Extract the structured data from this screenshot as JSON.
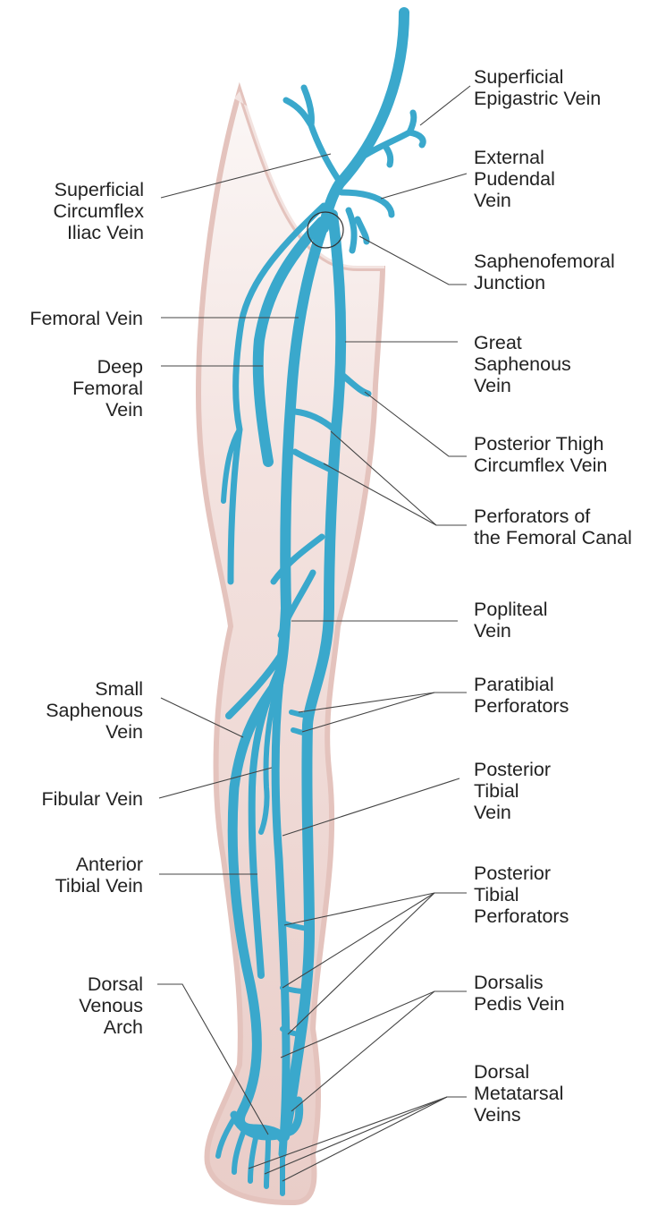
{
  "colors": {
    "vein": "#3aa8cc",
    "leg": "#ead3cf",
    "leg_edge": "#e2bdb7",
    "leader": "#444444",
    "text": "#222222"
  },
  "labels": {
    "superficial_epigastric_vein": [
      "Superficial",
      "Epigastric Vein"
    ],
    "superficial_circumflex_iliac_vein": [
      "Superficial",
      "Circumflex",
      "Iliac Vein"
    ],
    "external_pudendal_vein": [
      "External",
      "Pudendal",
      "Vein"
    ],
    "saphenofemoral_junction": [
      "Saphenofemoral",
      "Junction"
    ],
    "femoral_vein": [
      "Femoral Vein"
    ],
    "deep_femoral_vein": [
      "Deep",
      "Femoral",
      "Vein"
    ],
    "great_saphenous_vein": [
      "Great",
      "Saphenous",
      "Vein"
    ],
    "posterior_thigh_circumflex_vein": [
      "Posterior Thigh",
      "Circumflex Vein"
    ],
    "perforators_femoral_canal": [
      "Perforators of",
      "the Femoral Canal"
    ],
    "popliteal_vein": [
      "Popliteal",
      "Vein"
    ],
    "paratibial_perforators": [
      "Paratibial",
      "Perforators"
    ],
    "small_saphenous_vein": [
      "Small",
      "Saphenous",
      "Vein"
    ],
    "fibular_vein": [
      "Fibular Vein"
    ],
    "posterior_tibial_vein": [
      "Posterior",
      "Tibial",
      "Vein"
    ],
    "anterior_tibial_vein": [
      "Anterior",
      "Tibial Vein"
    ],
    "posterior_tibial_perforators": [
      "Posterior",
      "Tibial",
      "Perforators"
    ],
    "dorsal_venous_arch": [
      "Dorsal",
      "Venous",
      "Arch"
    ],
    "dorsalis_pedis_vein": [
      "Dorsalis",
      "Pedis Vein"
    ],
    "dorsal_metatarsal_veins": [
      "Dorsal",
      "Metatarsal",
      "Veins"
    ]
  }
}
